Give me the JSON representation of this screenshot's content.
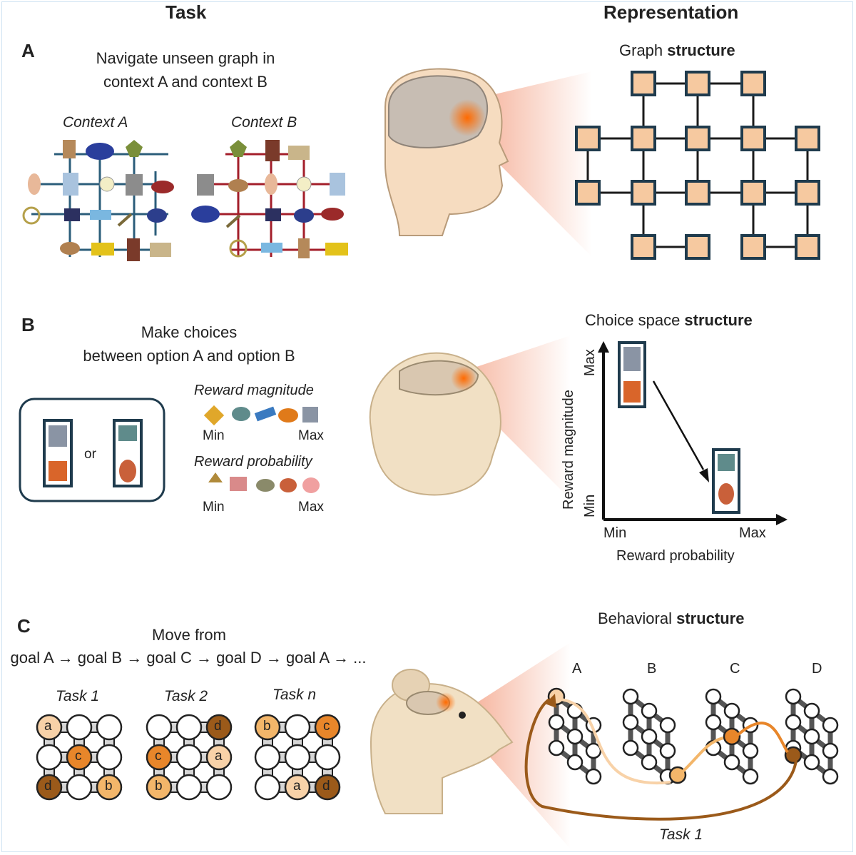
{
  "headers": {
    "task": "Task",
    "representation": "Representation"
  },
  "panel_a": {
    "letter": "A",
    "task_line1": "Navigate unseen graph in",
    "task_line2": "context A and context B",
    "context_a": "Context A",
    "context_b": "Context B",
    "rep_title_plain": "Graph ",
    "rep_title_bold": "structure"
  },
  "panel_b": {
    "letter": "B",
    "task_line1": "Make choices",
    "task_line2": "between option A and option B",
    "or_label": "or",
    "magnitude_title": "Reward magnitude",
    "probability_title": "Reward probability",
    "min": "Min",
    "max": "Max",
    "rep_title_plain": "Choice space ",
    "rep_title_bold": "structure",
    "y_axis_label": "Reward magnitude",
    "x_axis_label": "Reward probability"
  },
  "panel_c": {
    "letter": "C",
    "task_line1": "Move from",
    "task_line2": "goal A → goal B → goal C → goal D → goal A → ...",
    "task1": "Task 1",
    "task2": "Task 2",
    "taskn": "Task n",
    "rep_title_plain": "Behavioral ",
    "rep_title_bold": "structure",
    "goal_labels": [
      "A",
      "B",
      "C",
      "D"
    ],
    "loop_label": "Task 1",
    "grid_letters": {
      "task1": [
        "a",
        "c",
        "d",
        "b"
      ],
      "task2": [
        "d",
        "c",
        "a",
        "b"
      ],
      "taskn": [
        "b",
        "c",
        "a",
        "d"
      ]
    }
  },
  "colors": {
    "node_fill": "#f6c9a0",
    "node_stroke": "#1f3b4d",
    "context_a_edges": "#2b5d7a",
    "context_b_edges": "#a31e2a",
    "light_orange": "#f8d2a8",
    "mid_orange": "#e8862a",
    "dark_orange": "#9b5a1a",
    "beam": "#f4a58a"
  }
}
